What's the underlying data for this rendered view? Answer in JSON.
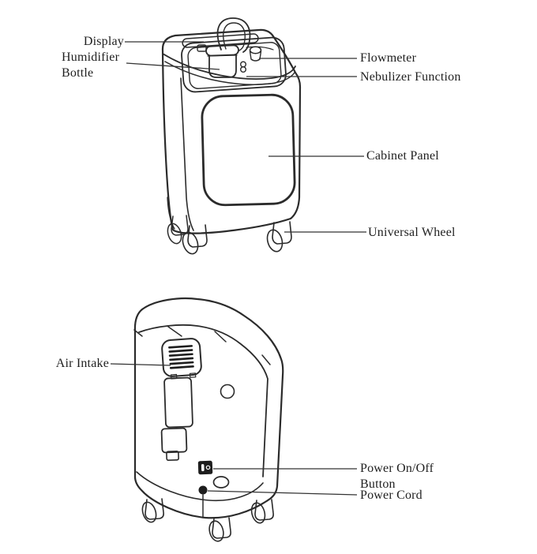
{
  "diagram_type": "labeled-parts-line-diagram",
  "colors": {
    "line": "#2b2b2b",
    "text": "#1f1f1f",
    "background": "#ffffff"
  },
  "figures": {
    "front_view": {
      "labels": {
        "display": "Display",
        "humidifier_bottle": "Humidifier Bottle",
        "flowmeter": "Flowmeter",
        "nebulizer_function": "Nebulizer Function",
        "cabinet_panel": "Cabinet Panel",
        "universal_wheel": "Universal Wheel"
      }
    },
    "back_view": {
      "labels": {
        "air_intake": "Air Intake",
        "power_on_off_button": "Power On/Off Button",
        "power_cord": "Power Cord"
      }
    }
  }
}
